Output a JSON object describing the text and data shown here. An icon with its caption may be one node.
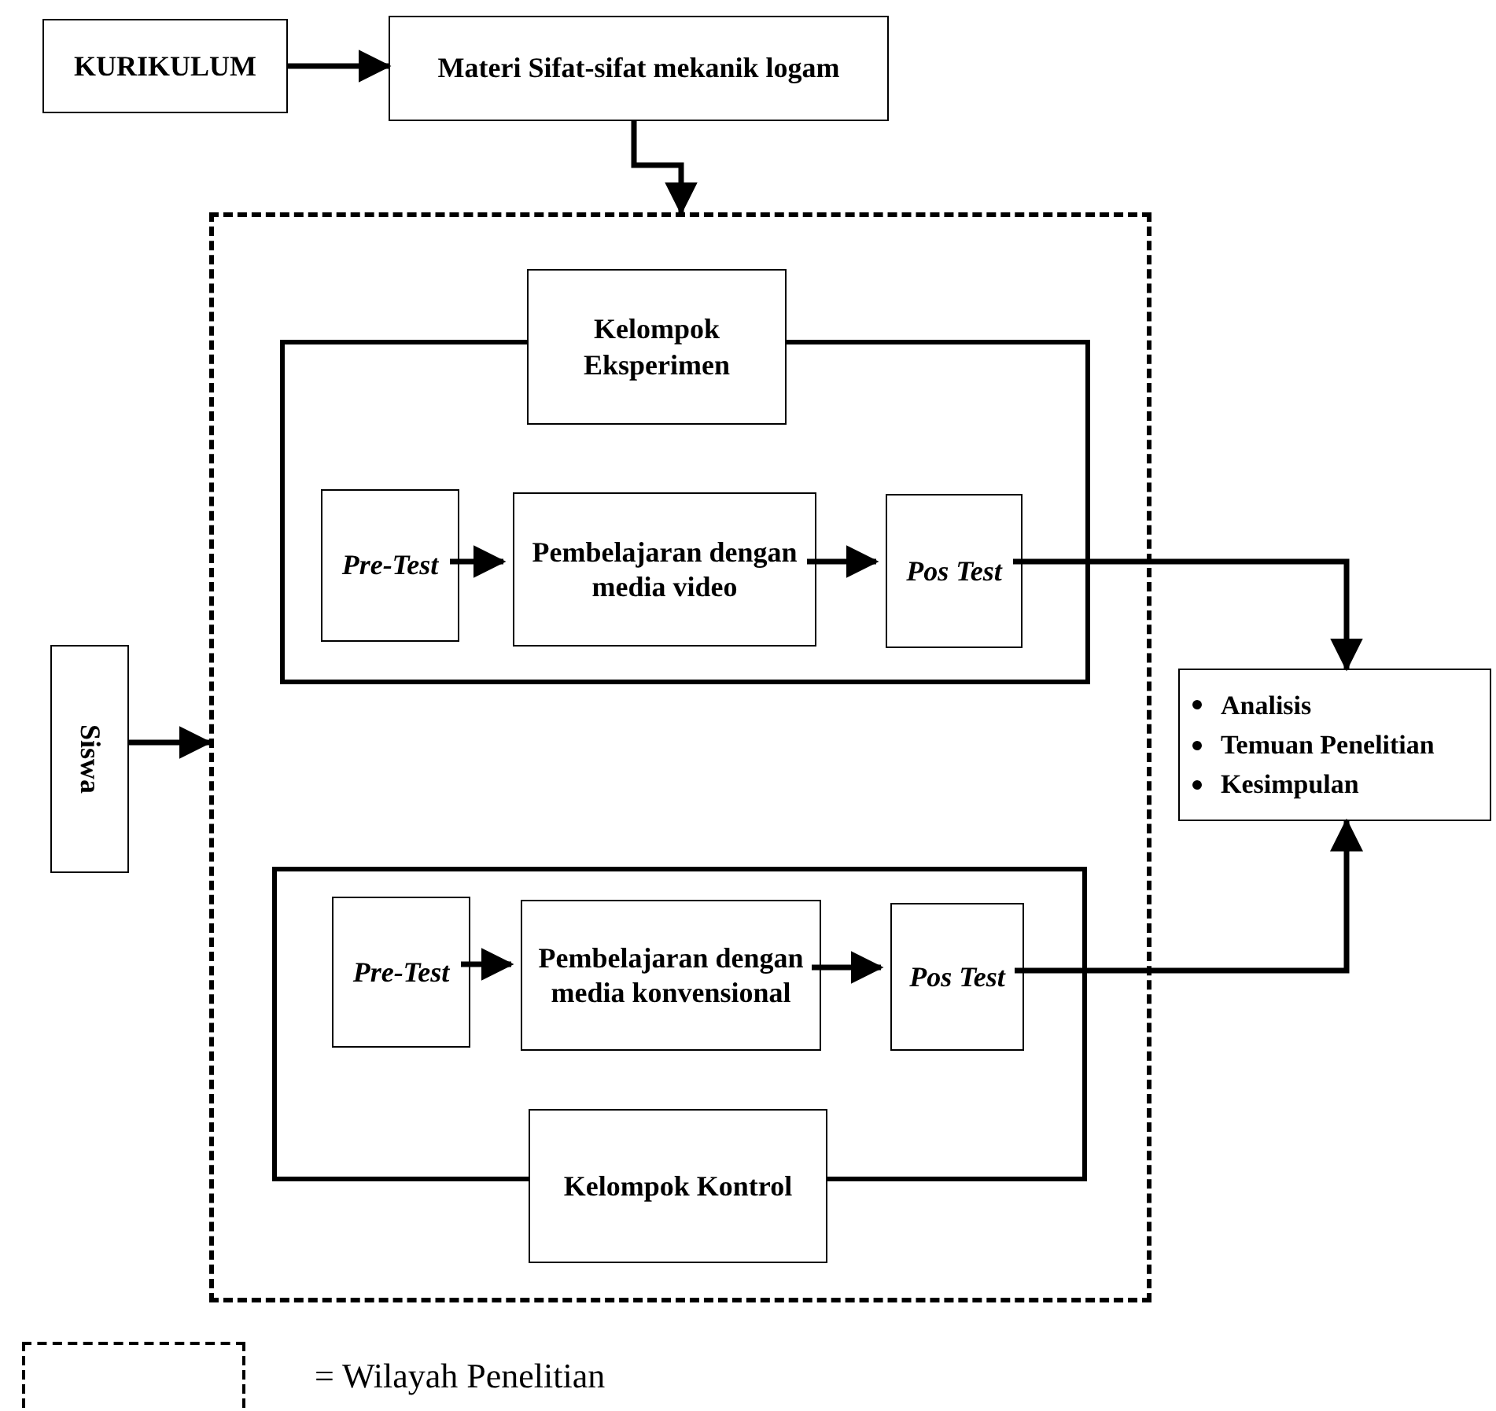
{
  "diagram": {
    "nodes": [
      {
        "text": [
          "KURIKULUM"
        ]
      },
      {
        "text": [
          "Materi Sifat-sifat mekanik logam"
        ]
      },
      {
        "text": [],
        "shape": "box"
      },
      {
        "text": [],
        "shape": "box",
        "in": 2
      },
      {
        "text": [
          "Kelompok Eksperimen"
        ],
        "in": 2
      },
      {
        "text": [
          "Pre-Test"
        ],
        "in": 3
      },
      {
        "text": [
          "Pembelajaran dengan media video"
        ],
        "in": 3
      },
      {
        "text": [
          "Pos Test"
        ],
        "in": 3
      },
      {
        "text": [],
        "shape": "box",
        "in": 2
      },
      {
        "text": [
          "Pre-Test"
        ],
        "in": 8
      },
      {
        "text": [
          "Pembelajaran dengan media konvensional"
        ],
        "in": 8
      },
      {
        "text": [
          "Pos Test"
        ],
        "in": 8
      },
      {
        "text": [
          "Kelompok Kontrol"
        ],
        "in": 2
      },
      {
        "text": [
          "Siswa"
        ]
      },
      {
        "text": [
          "Analisis",
          "Temuan Penelitian",
          "Kesimpulan"
        ]
      }
    ],
    "edges": [
      {
        "from": 0,
        "to": 1,
        "arrow": "to"
      },
      {
        "from": 1,
        "to": 2,
        "arrow": "to"
      },
      {
        "from": 13,
        "to": 2,
        "arrow": "to"
      },
      {
        "from": 5,
        "to": 6,
        "arrow": "to"
      },
      {
        "from": 6,
        "to": 7,
        "arrow": "to"
      },
      {
        "from": 9,
        "to": 10,
        "arrow": "to"
      },
      {
        "from": 10,
        "to": 11,
        "arrow": "to"
      },
      {
        "from": 7,
        "to": 14,
        "arrow": "to"
      },
      {
        "from": 11,
        "to": 14,
        "arrow": "to"
      }
    ],
    "legend": [
      {
        "text": "= Wilayah Penelitian"
      }
    ]
  }
}
